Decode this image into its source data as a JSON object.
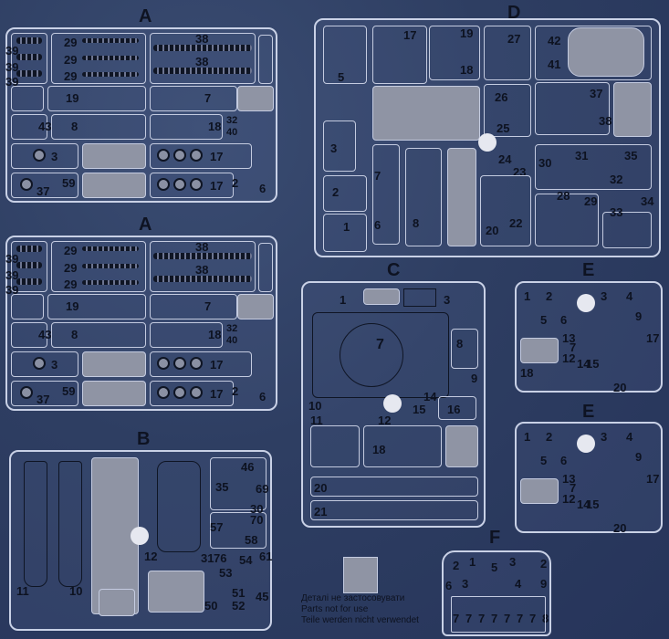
{
  "frames": {
    "a1": {
      "letter": "A",
      "parts": [
        "39",
        "39",
        "39",
        "29",
        "29",
        "29",
        "38",
        "38",
        "19",
        "7",
        "43",
        "8",
        "18",
        "32",
        "40",
        "3",
        "17",
        "37",
        "59",
        "17",
        "2",
        "6"
      ]
    },
    "a2": {
      "letter": "A",
      "parts": [
        "39",
        "39",
        "39",
        "29",
        "29",
        "29",
        "38",
        "38",
        "19",
        "7",
        "43",
        "8",
        "18",
        "32",
        "40",
        "3",
        "17",
        "37",
        "59",
        "17",
        "2",
        "6"
      ]
    },
    "b": {
      "letter": "B",
      "parts": [
        "11",
        "10",
        "12",
        "46",
        "69",
        "35",
        "57",
        "70",
        "30",
        "58",
        "31",
        "76",
        "53",
        "54",
        "61",
        "50",
        "52",
        "51",
        "45"
      ]
    },
    "c": {
      "letter": "C",
      "parts": [
        "1",
        "3",
        "7",
        "8",
        "9",
        "14",
        "10",
        "15",
        "11",
        "12",
        "16",
        "18",
        "20",
        "21"
      ]
    },
    "d": {
      "letter": "D",
      "parts": [
        "5",
        "17",
        "19",
        "18",
        "27",
        "42",
        "41",
        "26",
        "37",
        "25",
        "38",
        "3",
        "24",
        "23",
        "30",
        "31",
        "35",
        "32",
        "34",
        "7",
        "2",
        "1",
        "6",
        "8",
        "20",
        "22",
        "28",
        "29",
        "33"
      ]
    },
    "e1": {
      "letter": "E",
      "parts": [
        "1",
        "2",
        "3",
        "4",
        "5",
        "6",
        "9",
        "13",
        "7",
        "12",
        "14",
        "15",
        "17",
        "18",
        "20"
      ]
    },
    "e2": {
      "letter": "E",
      "parts": [
        "1",
        "2",
        "3",
        "4",
        "5",
        "6",
        "9",
        "13",
        "7",
        "12",
        "14",
        "15",
        "17",
        "20"
      ]
    },
    "f": {
      "letter": "F",
      "parts": [
        "2",
        "1",
        "5",
        "3",
        "2",
        "6",
        "3",
        "4",
        "9",
        "7",
        "7",
        "7",
        "7",
        "7",
        "7",
        "7",
        "8"
      ]
    }
  },
  "legend": {
    "line1": "Деталі не застосовувати",
    "line2": "Parts not for use",
    "line3": "Teile werden nicht verwendet"
  }
}
